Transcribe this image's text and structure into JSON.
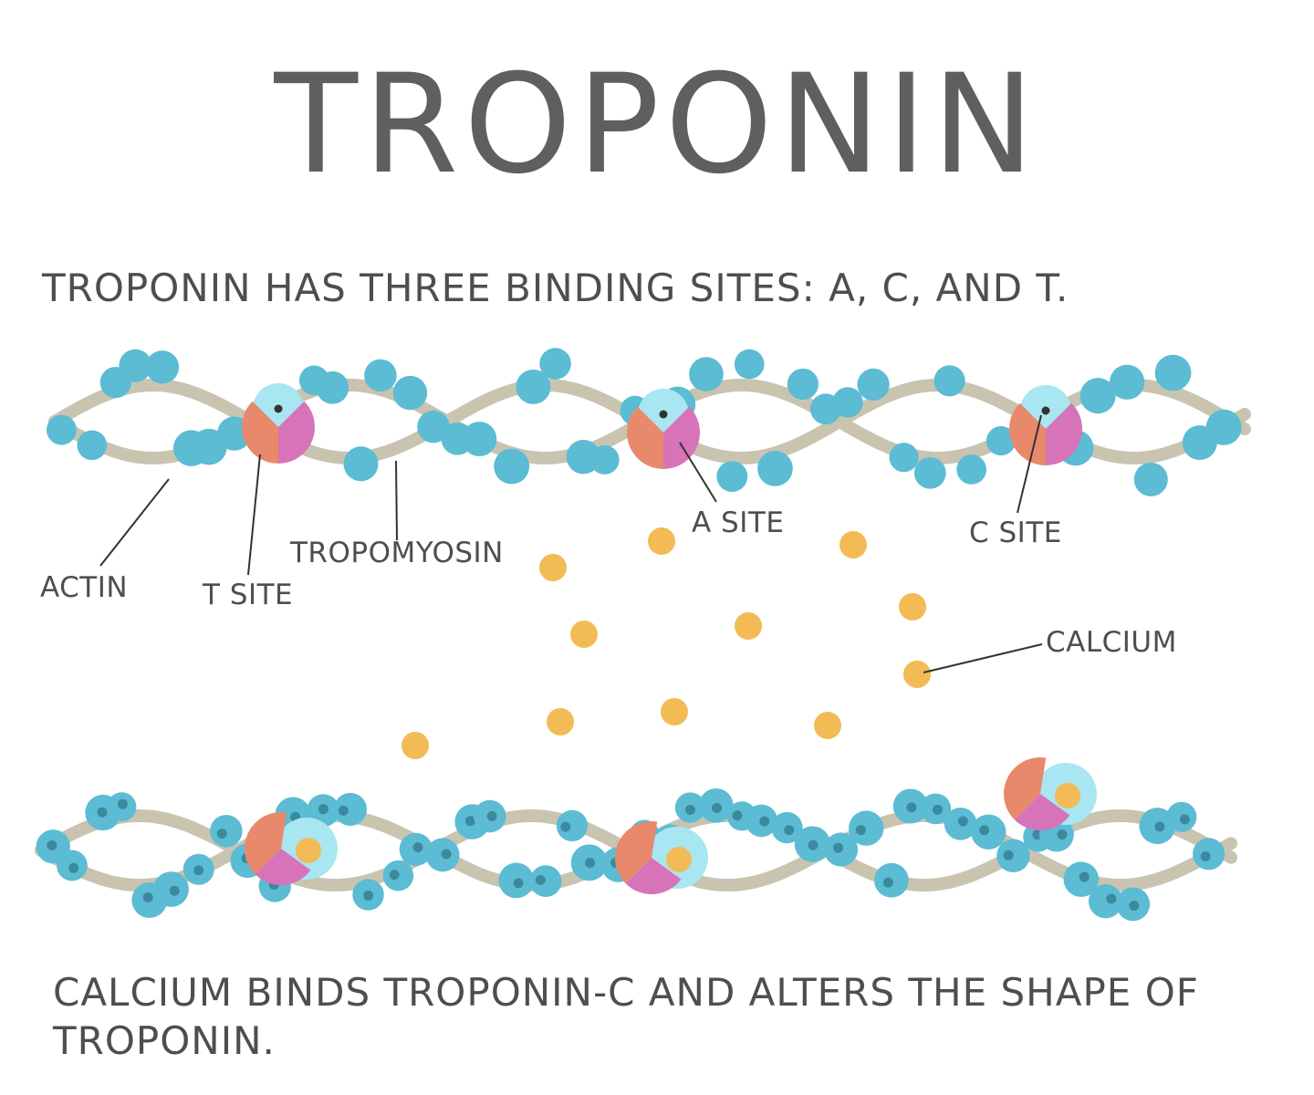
{
  "title": "TROPONIN",
  "caption_top": "TROPONIN HAS THREE BINDING SITES: A, C, AND T.",
  "caption_bottom": "CALCIUM BINDS TROPONIN-C AND ALTERS THE SHAPE OF TROPONIN.",
  "labels": {
    "actin": "ACTIN",
    "t_site": "T SITE",
    "tropomyosin": "TROPOMYOSIN",
    "a_site": "A SITE",
    "c_site": "C SITE",
    "calcium": "CALCIUM"
  },
  "colors": {
    "actin": "#5bbcd4",
    "actin_dark": "#3b8a9c",
    "tropomyosin": "#c9c4b0",
    "troponin_t": "#e8896c",
    "troponin_i": "#d773b8",
    "troponin_c": "#a8e6f2",
    "calcium": "#f2bb55",
    "text": "#5f5f5f",
    "leader": "#333333"
  }
}
